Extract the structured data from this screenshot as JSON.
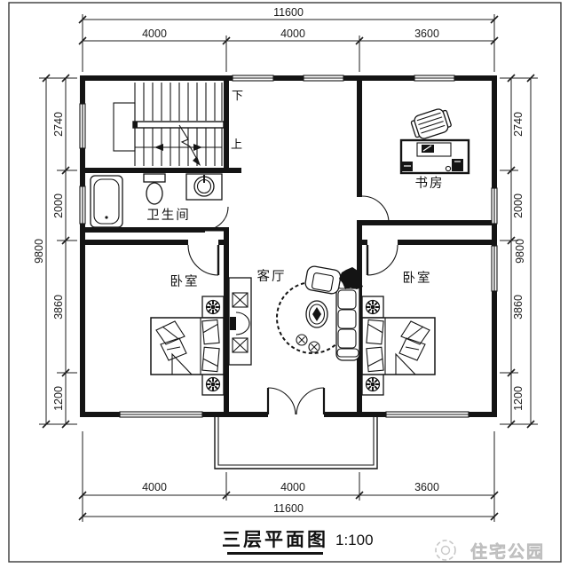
{
  "title": {
    "text": "三层平面图",
    "scale": "1:100"
  },
  "watermark": {
    "text": "住宅公园",
    "logo": "sun-logo"
  },
  "rooms": {
    "bathroom": "卫生间",
    "study": "书房",
    "living": "客厅",
    "bedroom_left": "卧室",
    "bedroom_right": "卧室"
  },
  "stairs": {
    "down": "下",
    "up": "上"
  },
  "dimensions": {
    "top": {
      "overall": "11600",
      "segments": [
        "4000",
        "4000",
        "3600"
      ]
    },
    "bottom": {
      "overall": "11600",
      "segments": [
        "4000",
        "4000",
        "3600"
      ]
    },
    "left": {
      "overall": "9800",
      "segments": [
        "2740",
        "2000",
        "3860",
        "1200"
      ]
    },
    "right": {
      "overall": "9800",
      "segments": [
        "2740",
        "2000",
        "3860",
        "1200"
      ]
    }
  },
  "colors": {
    "line": "#141414",
    "background": "#ffffff",
    "watermark": "#c9c9c9"
  }
}
